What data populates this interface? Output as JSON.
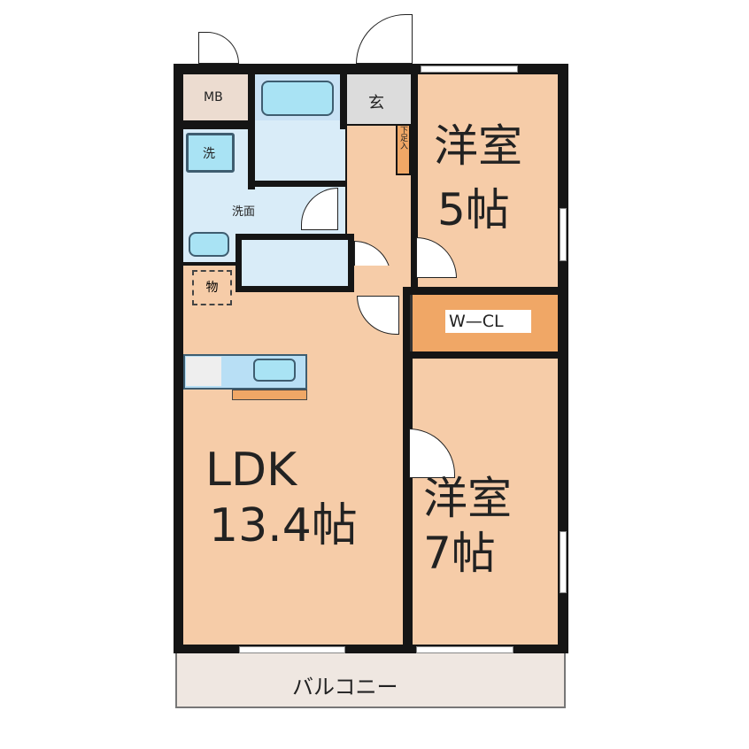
{
  "rooms": {
    "mb": "MB",
    "entrance": "玄",
    "shoe_box": "下足入",
    "laundry": "洗",
    "washroom": "洗面",
    "storage": "物",
    "wcl": "W—CL",
    "ldk_name": "LDK",
    "ldk_size": "13.4帖",
    "room1_name": "洋室",
    "room1_size": "5帖",
    "room2_name": "洋室",
    "room2_size": "7帖",
    "balcony": "バルコニー"
  },
  "colors": {
    "wall": "#151515",
    "floor": "#f6cca8",
    "wet_area": "#d9ecf8",
    "fixture": "#a9e3f4",
    "entrance": "#dcdcdc",
    "closet": "#f0a766",
    "balcony": "#efe7e1"
  }
}
